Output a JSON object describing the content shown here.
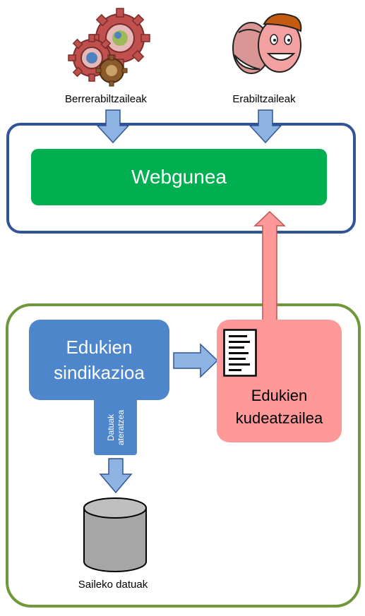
{
  "actors": {
    "reusers_label": "Berrerabiltzaileak",
    "users_label": "Erabiltzaileak"
  },
  "website": {
    "label": "Webgunea"
  },
  "syndication": {
    "line1": "Edukien",
    "line2": "sindikazioa"
  },
  "extraction": {
    "line1": "Datuak",
    "line2": "ateratzea"
  },
  "cms": {
    "line1": "Edukien",
    "line2": "kudeatzailea"
  },
  "department_data": {
    "label": "Saileko datuak"
  },
  "icons": {
    "reusers": "gears-icon",
    "users": "faces-icon",
    "document": "document-icon",
    "database": "database-icon"
  },
  "colors": {
    "web_border": "#2f5597",
    "website_fill": "#00b050",
    "dept_border": "#70973a",
    "syndication_fill": "#4e86cc",
    "cms_fill": "#ff9999",
    "down_arrow_fill": "#8db3e2",
    "up_arrow_fill": "#ff9999"
  }
}
